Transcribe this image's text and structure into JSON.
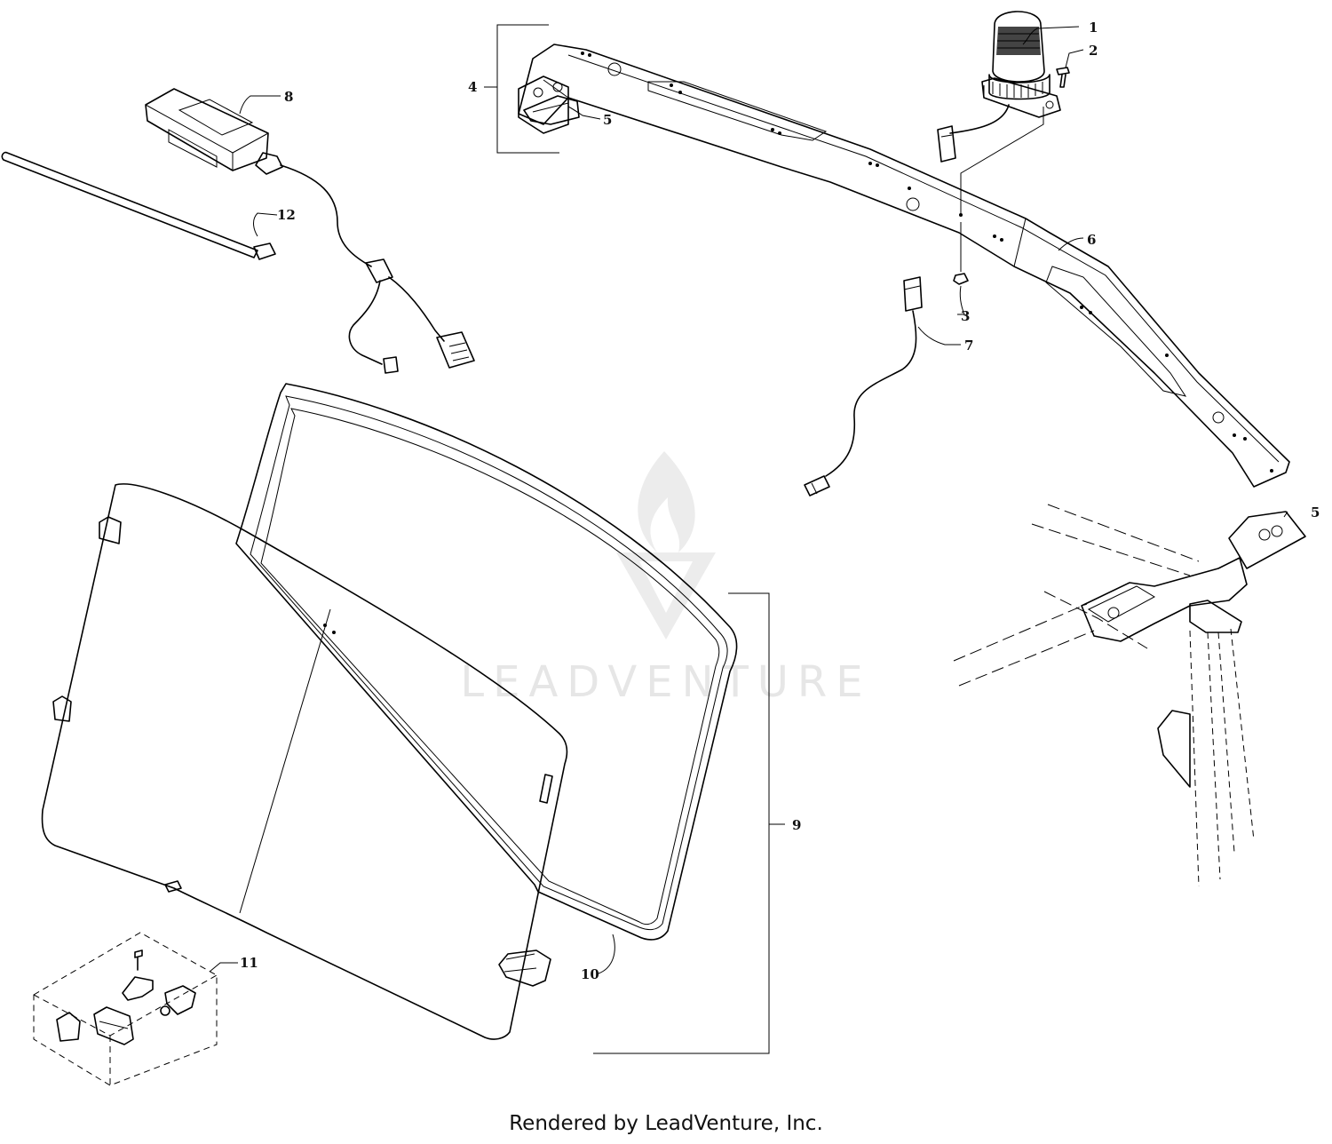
{
  "watermark": {
    "text": "LEADVENTURE"
  },
  "footer": {
    "text": "Rendered by LeadVenture, Inc."
  },
  "callouts": [
    {
      "id": "1",
      "label": "1"
    },
    {
      "id": "2",
      "label": "2"
    },
    {
      "id": "3",
      "label": "3"
    },
    {
      "id": "4",
      "label": "4"
    },
    {
      "id": "5a",
      "label": "5"
    },
    {
      "id": "5b",
      "label": "5"
    },
    {
      "id": "6",
      "label": "6"
    },
    {
      "id": "7",
      "label": "7"
    },
    {
      "id": "8",
      "label": "8"
    },
    {
      "id": "9",
      "label": "9"
    },
    {
      "id": "10",
      "label": "10"
    },
    {
      "id": "11",
      "label": "11"
    },
    {
      "id": "12",
      "label": "12"
    }
  ]
}
